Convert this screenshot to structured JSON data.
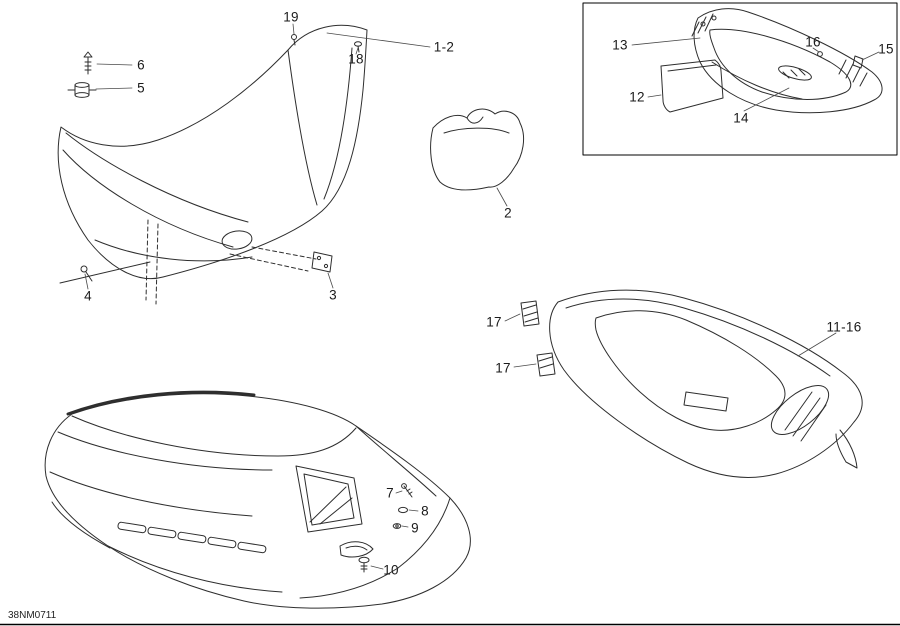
{
  "page": {
    "footer_code": "38NM0711"
  },
  "diagram": {
    "callouts": [
      {
        "ref": "19"
      },
      {
        "ref": "18"
      },
      {
        "ref": "1-2"
      },
      {
        "ref": "6"
      },
      {
        "ref": "5"
      },
      {
        "ref": "2"
      },
      {
        "ref": "13"
      },
      {
        "ref": "12"
      },
      {
        "ref": "16"
      },
      {
        "ref": "15"
      },
      {
        "ref": "14"
      },
      {
        "ref": "4"
      },
      {
        "ref": "3"
      },
      {
        "ref": "17"
      },
      {
        "ref": "17"
      },
      {
        "ref": "11-16"
      },
      {
        "ref": "7"
      },
      {
        "ref": "8"
      },
      {
        "ref": "9"
      },
      {
        "ref": "10"
      }
    ]
  }
}
